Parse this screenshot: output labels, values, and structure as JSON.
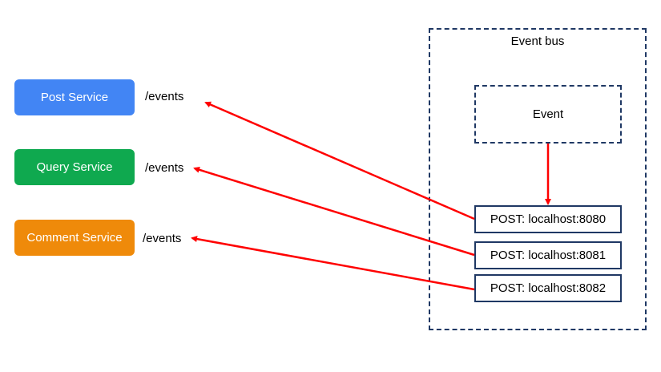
{
  "services": [
    {
      "label": "Post Service",
      "color": "#4285f4",
      "endpoint": "/events"
    },
    {
      "label": "Query Service",
      "color": "#0fa94f",
      "endpoint": "/events"
    },
    {
      "label": "Comment Service",
      "color": "#ef8a0a",
      "endpoint": "/events"
    }
  ],
  "event_bus": {
    "title": "Event bus",
    "event_label": "Event",
    "posts": [
      "POST: localhost:8080",
      "POST: localhost:8081",
      "POST: localhost:8082"
    ]
  },
  "colors": {
    "arrow": "#ff0000",
    "border": "#1f3864"
  }
}
